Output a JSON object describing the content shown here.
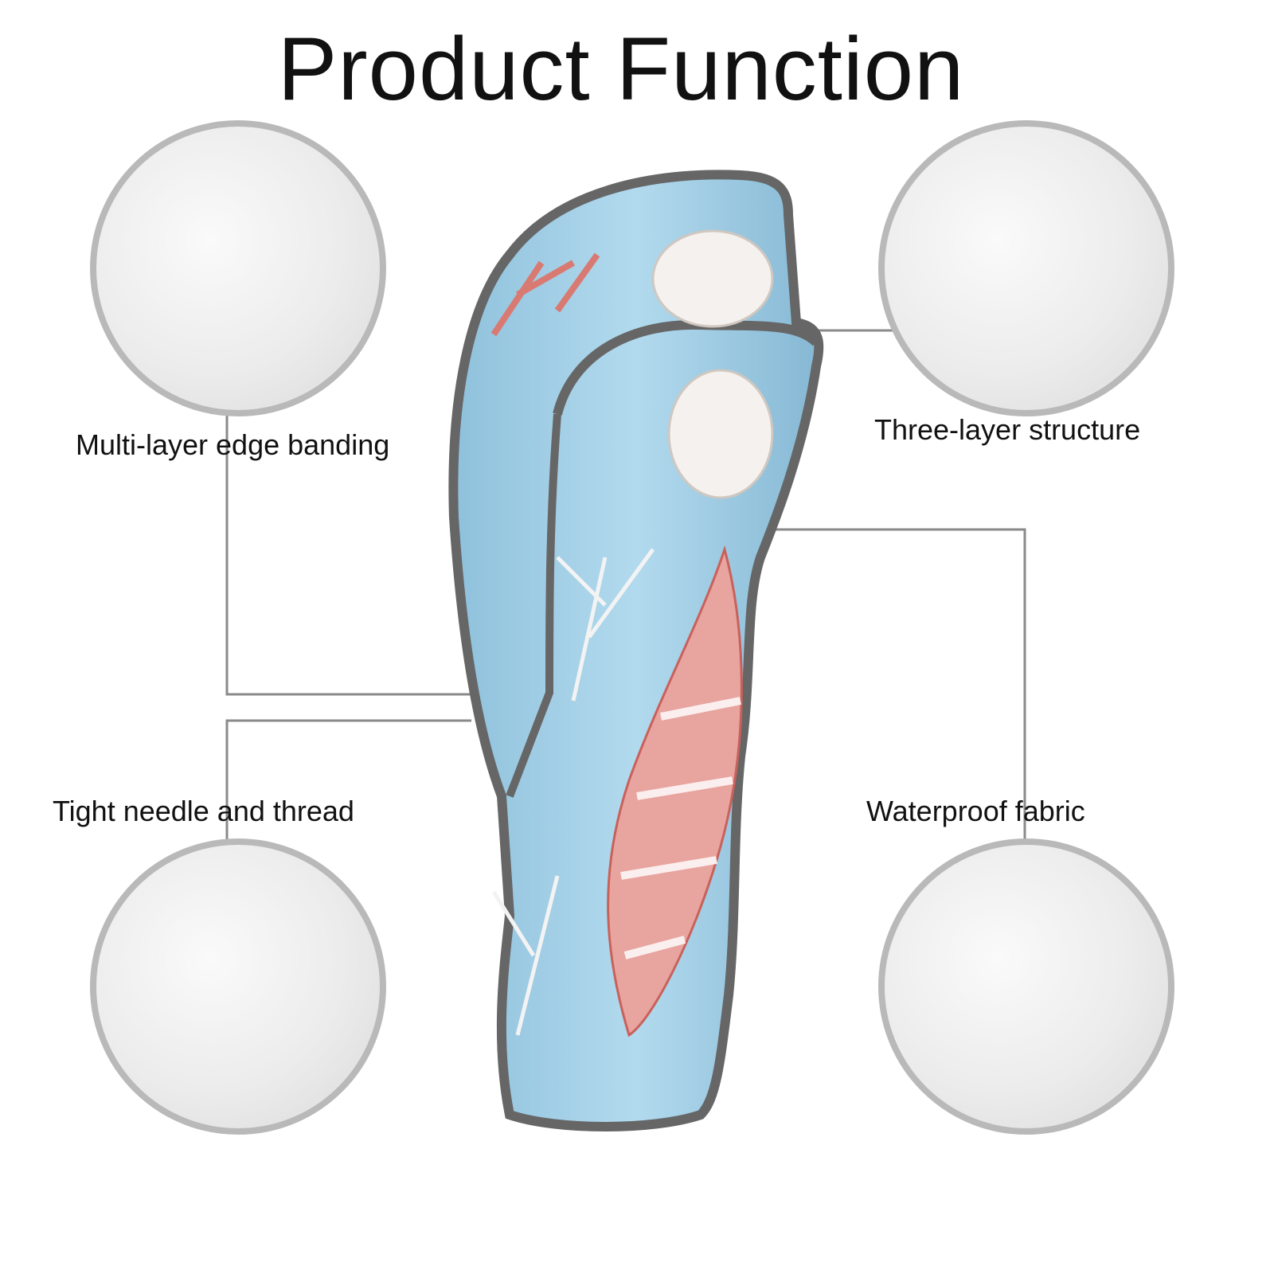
{
  "title": "Product Function",
  "features": {
    "edge_banding": "Multi-layer edge banding",
    "three_layer": "Three-layer structure",
    "needle_thread": "Tight needle and thread",
    "waterproof": "Waterproof fabric"
  },
  "colors": {
    "fabric": "#a9d3e8",
    "trim": "#6b6b6b",
    "shell": "#e07a74",
    "border": "#b9b9b9"
  }
}
